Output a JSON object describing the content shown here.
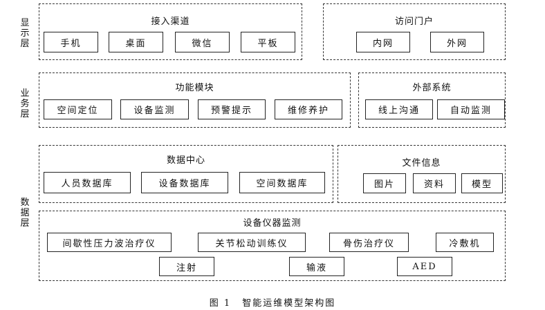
{
  "layers": {
    "display": [
      "显",
      "示",
      "层"
    ],
    "business": [
      "业",
      "务",
      "层"
    ],
    "data": [
      "数",
      "据",
      "层"
    ]
  },
  "groups": {
    "access_channels": {
      "title": "接入渠道",
      "items": [
        "手机",
        "桌面",
        "微信",
        "平板"
      ]
    },
    "access_portal": {
      "title": "访问门户",
      "items": [
        "内网",
        "外网"
      ]
    },
    "function_modules": {
      "title": "功能模块",
      "items": [
        "空间定位",
        "设备监测",
        "预警提示",
        "维修养护"
      ]
    },
    "external_systems": {
      "title": "外部系统",
      "items": [
        "线上沟通",
        "自动监测"
      ]
    },
    "data_center": {
      "title": "数据中心",
      "items": [
        "人员数据库",
        "设备数据库",
        "空间数据库"
      ]
    },
    "file_info": {
      "title": "文件信息",
      "items": [
        "图片",
        "资料",
        "模型"
      ]
    },
    "equipment_monitoring": {
      "title": "设备仪器监测",
      "items": [
        "间歇性压力波治疗仪",
        "关节松动训练仪",
        "骨伤治疗仪",
        "冷敷机",
        "注射",
        "输液",
        "AED"
      ]
    }
  },
  "caption": {
    "number": "图 1",
    "title": "智能运维模型架构图"
  }
}
